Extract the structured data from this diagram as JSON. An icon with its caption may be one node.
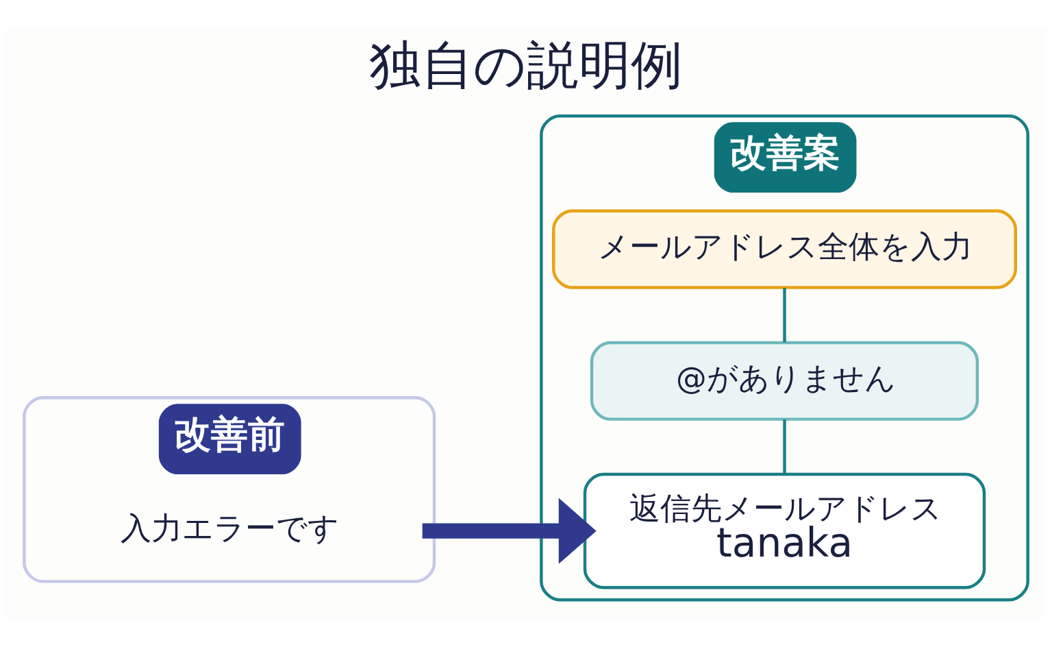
{
  "diagram": {
    "title": "独自の説明例",
    "nodes": [
      {
        "text": [
          "改善前"
        ]
      },
      {
        "text": [
          "入力エラーです"
        ],
        "in": 0
      },
      {
        "text": [
          "改善案"
        ]
      },
      {
        "text": [
          "返信先メールアドレス",
          "tanaka"
        ],
        "in": 2
      },
      {
        "text": [
          "@がありません"
        ],
        "in": 2
      },
      {
        "text": [
          "メールアドレス全体を入力"
        ],
        "in": 2
      }
    ],
    "edges": [
      {
        "from": 1,
        "to": 3,
        "arrow": "to",
        "style": "thick"
      },
      {
        "from": 3,
        "to": 4,
        "arrow": "none"
      },
      {
        "from": 4,
        "to": 5,
        "arrow": "none"
      }
    ]
  }
}
